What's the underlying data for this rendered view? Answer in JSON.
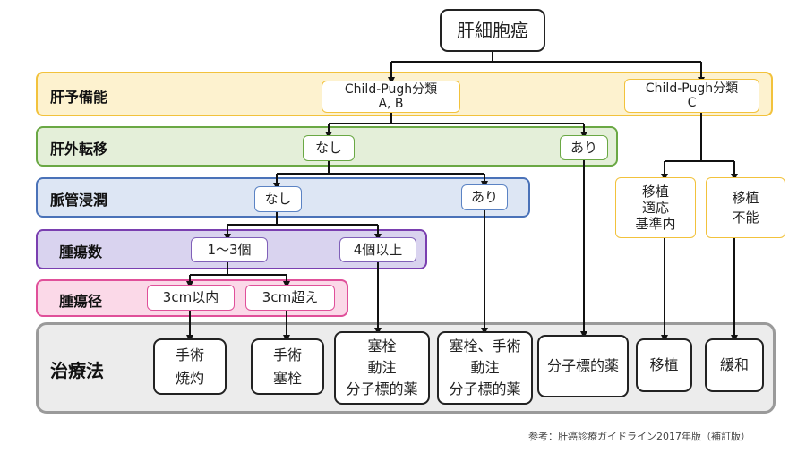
{
  "title": "肝細胞癌",
  "rows": {
    "liver_reserve": "肝予備能",
    "extrahepatic": "肝外転移",
    "vascular": "脈管浸潤",
    "tumor_count": "腫瘍数",
    "tumor_size": "腫瘍径",
    "treatment": "治療法"
  },
  "nodes": {
    "child_ab": "Child-Pugh分類\nA, B",
    "child_c": "Child-Pugh分類\nC",
    "extra_none": "なし",
    "extra_yes": "あり",
    "vasc_none": "なし",
    "vasc_yes": "あり",
    "count_1_3": "1～3個",
    "count_4plus": "4個以上",
    "size_le3": "3cm以内",
    "size_gt3": "3cm超え",
    "transplant_ok": "移植\n適応\n基準内",
    "transplant_ng": "移植\n不能"
  },
  "treatments": {
    "t1": "手術\n焼灼",
    "t2": "手術\n塞栓",
    "t3": "塞栓\n動注\n分子標的薬",
    "t4": "塞栓、手術\n動注\n分子標的薬",
    "t5": "分子標的薬",
    "t6": "移植",
    "t7": "緩和"
  },
  "reference": "参考：肝癌診療ガイドライン2017年版（補訂版）",
  "colors": {
    "yellow_fill": "#fdf2cf",
    "yellow_border": "#f2c23c",
    "green_fill": "#e4efd9",
    "green_border": "#6aa844",
    "blue_fill": "#dde6f4",
    "blue_border": "#4a72b8",
    "purple_fill": "#d9d3ef",
    "purple_border": "#7a3fb0",
    "pink_fill": "#fbd9e8",
    "pink_border": "#e0509a",
    "gray_fill": "#ececec",
    "gray_border": "#9a9a9a"
  }
}
